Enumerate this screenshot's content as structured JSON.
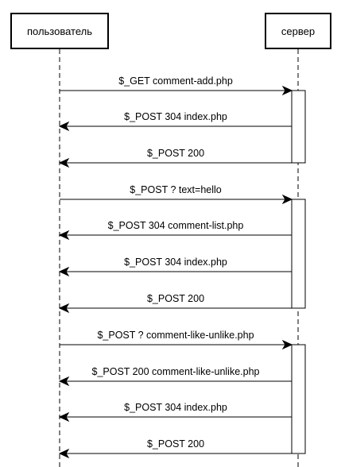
{
  "actors": {
    "user": "пользователь",
    "server": "сервер"
  },
  "messages": [
    {
      "label": "$_GET comment-add.php",
      "direction": "to-server"
    },
    {
      "label": "$_POST 304 index.php",
      "direction": "to-user"
    },
    {
      "label": "$_POST 200",
      "direction": "to-user"
    },
    {
      "label": "$_POST ? text=hello",
      "direction": "to-server"
    },
    {
      "label": "$_POST 304 comment-list.php",
      "direction": "to-user"
    },
    {
      "label": "$_POST 304 index.php",
      "direction": "to-user"
    },
    {
      "label": "$_POST 200",
      "direction": "to-user"
    },
    {
      "label": "$_POST ? comment-like-unlike.php",
      "direction": "to-server"
    },
    {
      "label": "$_POST 200 comment-like-unlike.php",
      "direction": "to-user"
    },
    {
      "label": "$_POST 304 index.php",
      "direction": "to-user"
    },
    {
      "label": "$_POST 200",
      "direction": "to-user"
    }
  ],
  "colors": {
    "line": "#000000",
    "background": "#ffffff",
    "frame": "#f4f4f4"
  }
}
